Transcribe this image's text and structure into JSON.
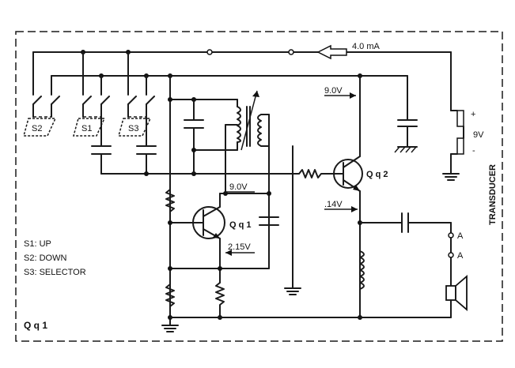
{
  "labels": {
    "current": "4.0 mA",
    "v_top": "9.0V",
    "supply": "9V",
    "plus": "+",
    "minus": "-",
    "qq2": "Q q 2",
    "qq1": "Q q 1",
    "v_qq1_col": "9.0V",
    "v_qq1_emit": "2.15V",
    "v_qq2_emit": ".14V",
    "s2": "S2",
    "s1": "S1",
    "s3": "S3",
    "a1": "A",
    "a2": "A",
    "transducer": "TRANSDUCER",
    "corner": "Q q 1"
  },
  "legend": {
    "up": "S1: UP",
    "down": "S2: DOWN",
    "selector": "S3: SELECTOR"
  }
}
